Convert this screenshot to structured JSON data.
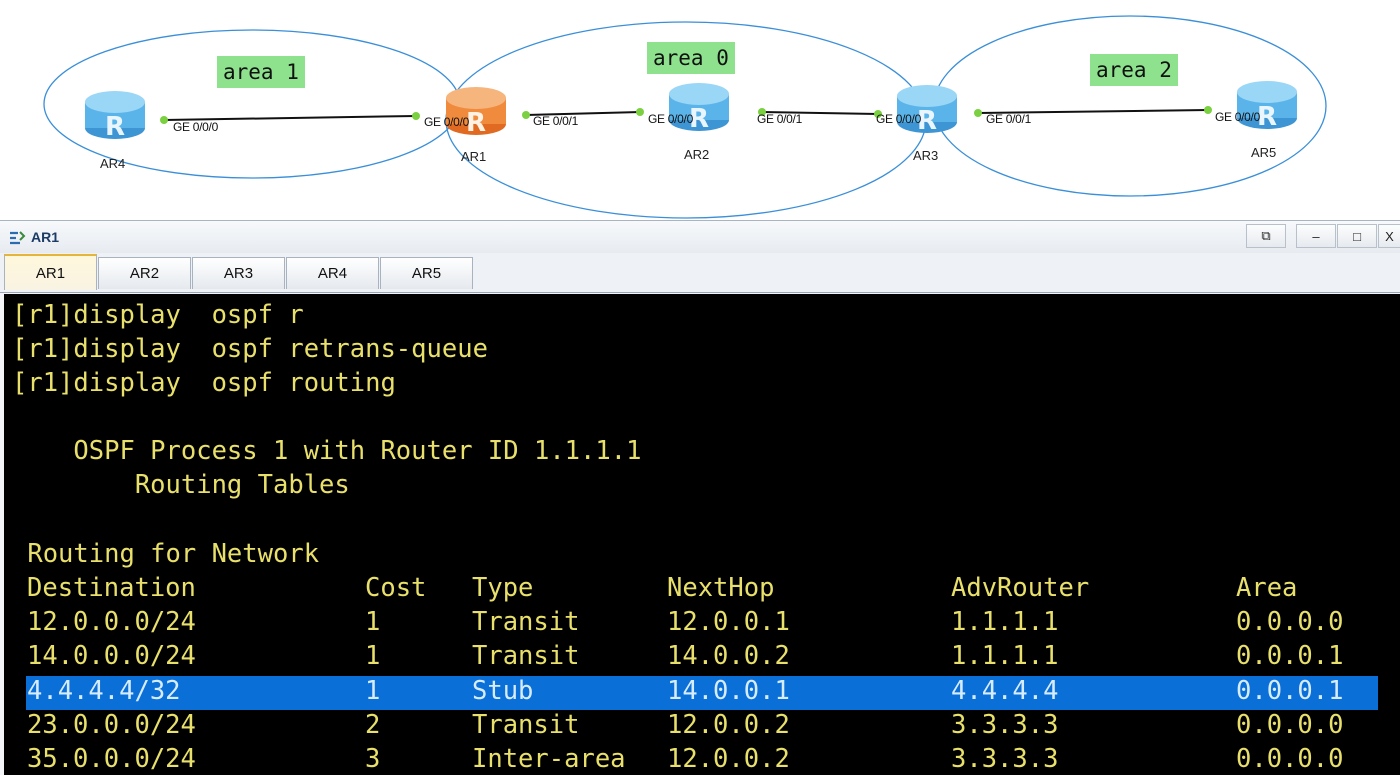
{
  "topology": {
    "areas": [
      {
        "label": "area 1"
      },
      {
        "label": "area 0"
      },
      {
        "label": "area 2"
      }
    ],
    "devices": [
      "AR4",
      "AR1",
      "AR2",
      "AR3",
      "AR5"
    ],
    "interfaces": {
      "ar4_ge000": "GE 0/0/0",
      "ar1_ge000": "GE 0/0/0",
      "ar1_ge001": "GE 0/0/1",
      "ar2_ge000": "GE 0/0/0",
      "ar2_ge001": "GE 0/0/1",
      "ar3_ge000": "GE 0/0/0",
      "ar3_ge001": "GE 0/0/1",
      "ar5_ge000": "GE 0/0/0"
    },
    "colors": {
      "area_fill": "#8ee28e",
      "link": "#111111",
      "ellipse": "#3a8fd8",
      "port": "#7ad040",
      "router_selected": "#f08a3c",
      "router": "#5ab4ea"
    }
  },
  "window": {
    "title": "AR1",
    "controls": {
      "restore": "⧉",
      "minimize": "–",
      "maximize": "□",
      "close": "X"
    }
  },
  "tabs": [
    "AR1",
    "AR2",
    "AR3",
    "AR4",
    "AR5"
  ],
  "terminal": {
    "lines": [
      "[r1]display  ospf r",
      "[r1]display  ospf retrans-queue",
      "[r1]display  ospf routing",
      "",
      "    OSPF Process 1 with Router ID 1.1.1.1",
      "        Routing Tables",
      "",
      " Routing for Network"
    ],
    "header": {
      "dest": "Destination",
      "cost": "Cost",
      "type": "Type",
      "nexthop": "NextHop",
      "adv": "AdvRouter",
      "area": "Area"
    },
    "rows": [
      {
        "dest": "12.0.0.0/24",
        "cost": "1",
        "type": "Transit",
        "nexthop": "12.0.0.1",
        "adv": "1.1.1.1",
        "area": "0.0.0.0"
      },
      {
        "dest": "14.0.0.0/24",
        "cost": "1",
        "type": "Transit",
        "nexthop": "14.0.0.2",
        "adv": "1.1.1.1",
        "area": "0.0.0.1"
      },
      {
        "dest": "4.4.4.4/32",
        "cost": "1",
        "type": "Stub",
        "nexthop": "14.0.0.1",
        "adv": "4.4.4.4",
        "area": "0.0.0.1"
      },
      {
        "dest": "23.0.0.0/24",
        "cost": "2",
        "type": "Transit",
        "nexthop": "12.0.0.2",
        "adv": "3.3.3.3",
        "area": "0.0.0.0"
      },
      {
        "dest": "35.0.0.0/24",
        "cost": "3",
        "type": "Inter-area",
        "nexthop": "12.0.0.2",
        "adv": "3.3.3.3",
        "area": "0.0.0.0"
      }
    ],
    "colors": {
      "text": "#e8e06a",
      "background": "#000000",
      "highlight": "#0a6fd6"
    }
  }
}
